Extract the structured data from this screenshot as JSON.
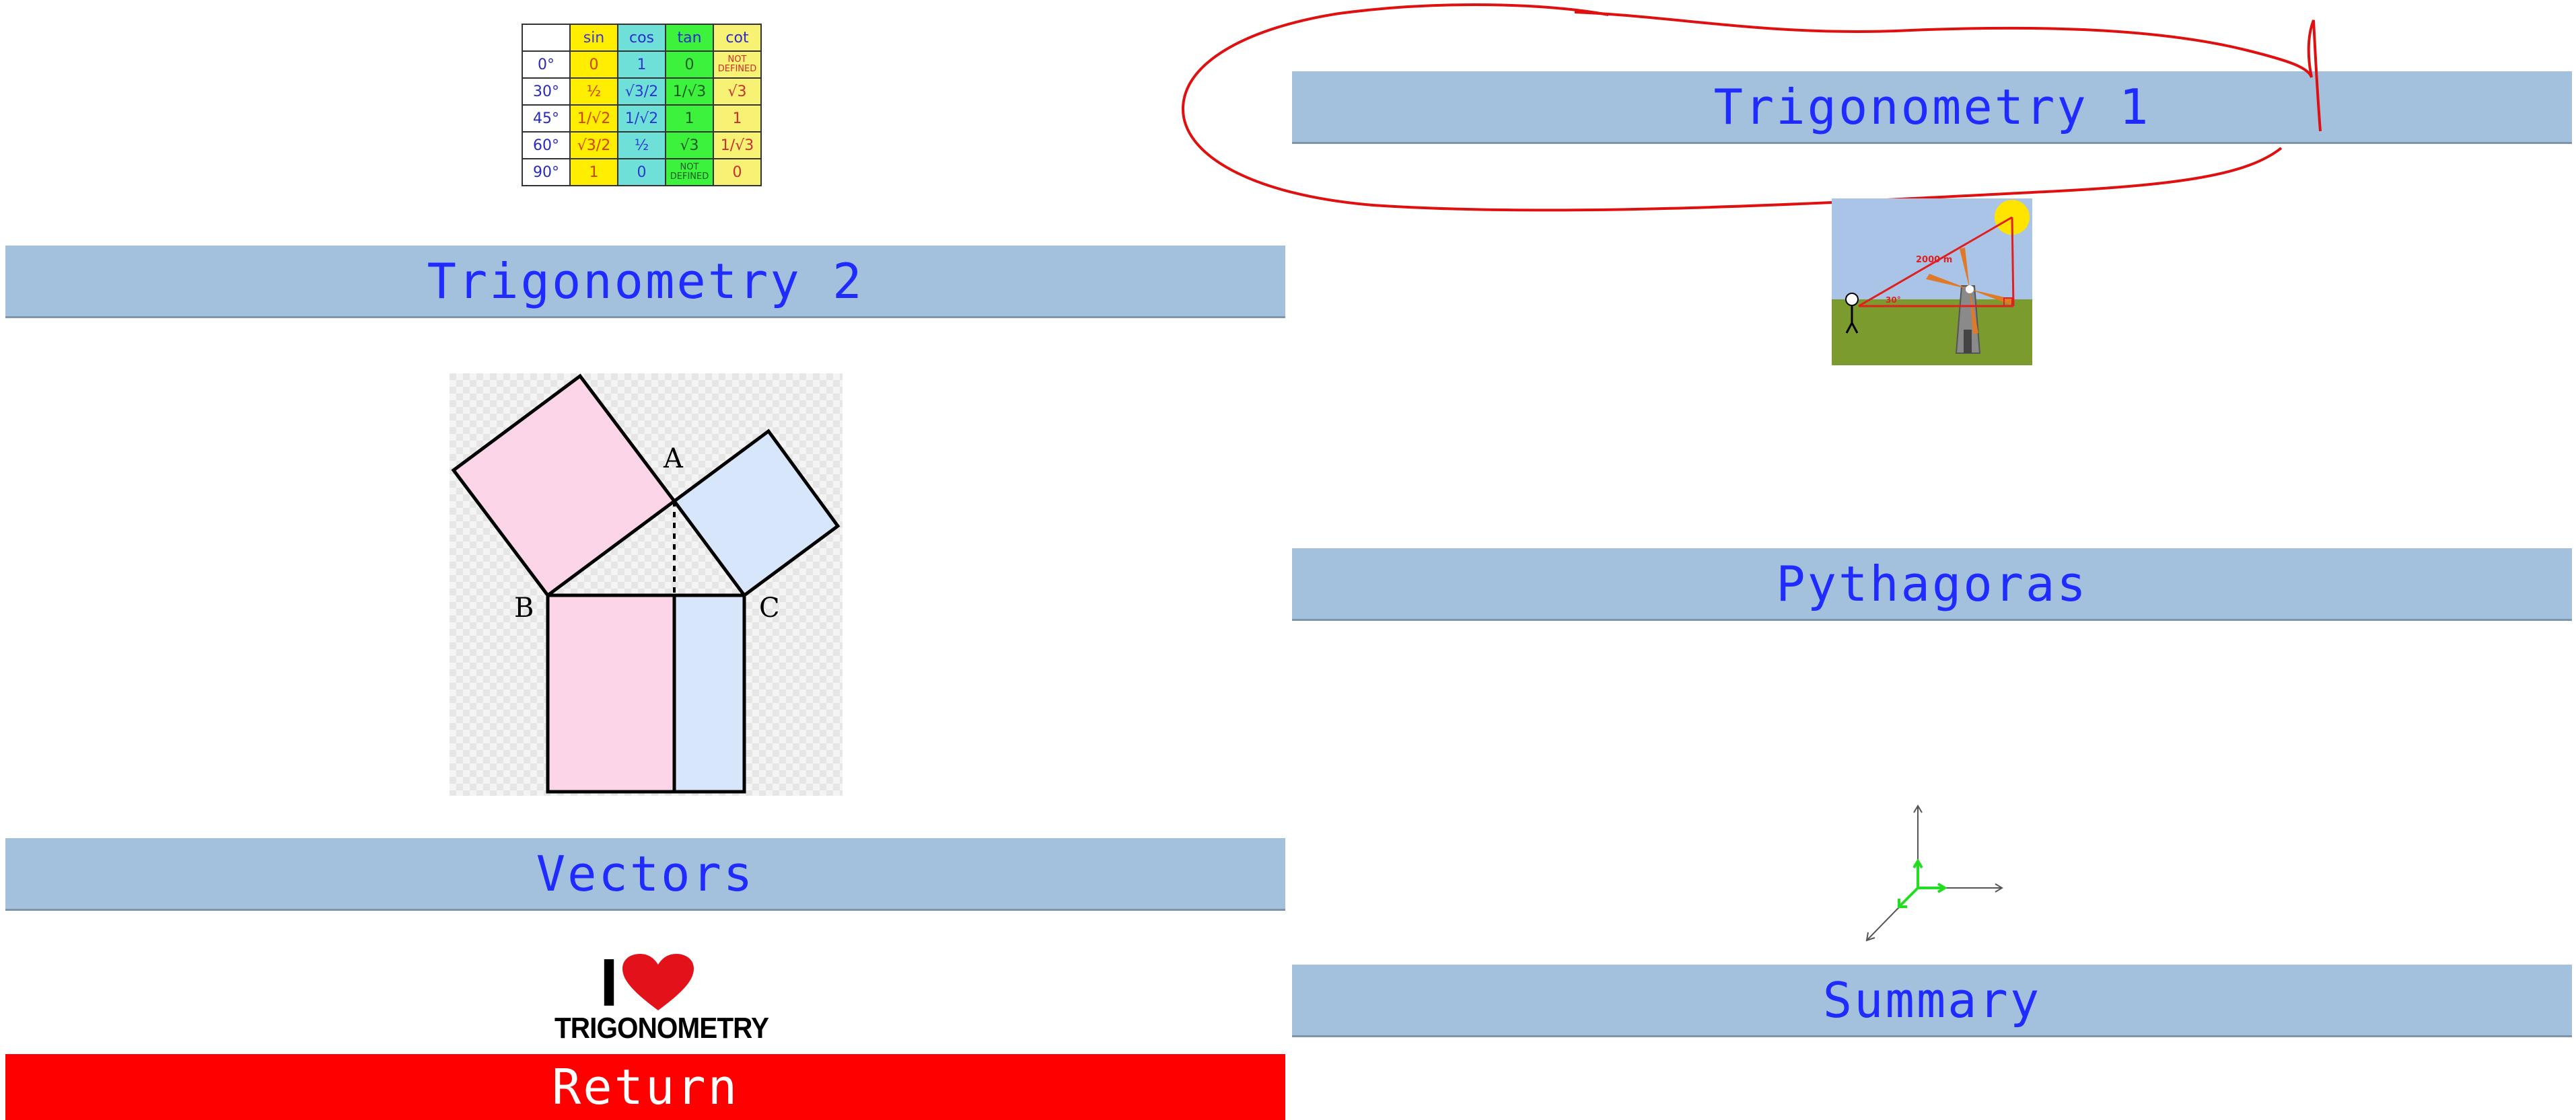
{
  "menu": {
    "trig1": "Trigonometry 1",
    "trig2": "Trigonometry 2",
    "pythagoras": "Pythagoras",
    "vectors": "Vectors",
    "summary": "Summary",
    "return": "Return"
  },
  "trig_table": {
    "headers": [
      "",
      "sin",
      "cos",
      "tan",
      "cot"
    ],
    "rows": [
      [
        "0°",
        "0",
        "1",
        "0",
        "NOT DEFINED"
      ],
      [
        "30°",
        "½",
        "√3/2",
        "1/√3",
        "√3"
      ],
      [
        "45°",
        "1/√2",
        "1/√2",
        "1",
        "1"
      ],
      [
        "60°",
        "√3/2",
        "½",
        "√3",
        "1/√3"
      ],
      [
        "90°",
        "1",
        "0",
        "NOT DEFINED",
        "0"
      ]
    ]
  },
  "pythagoras_figure": {
    "label_a": "A",
    "label_b": "B",
    "label_c": "C"
  },
  "windmill_image": {
    "distance_label": "2000 m",
    "angle_label": "30°"
  },
  "logo": {
    "i": "I",
    "word": "TRIGONOMETRY"
  },
  "colors": {
    "menu_bar": "#a3c1dd",
    "menu_text": "#1f2bff",
    "return_bar": "#ff0000",
    "annotation": "#e01010"
  }
}
